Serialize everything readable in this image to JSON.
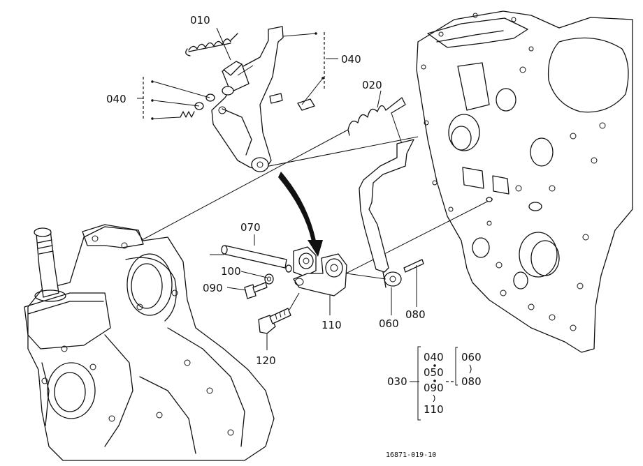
{
  "callouts": {
    "p010": "010",
    "p040_right": "040",
    "p040_left": "040",
    "p020": "020",
    "p070": "070",
    "p100": "100",
    "p090": "090",
    "p110": "110",
    "p060": "060",
    "p080": "080",
    "p120": "120"
  },
  "assembly_key": {
    "parent": "030",
    "group_a": [
      "040",
      "050",
      "090",
      "110"
    ],
    "group_b": [
      "060",
      "080"
    ]
  },
  "figure_code": "16871-019-10"
}
